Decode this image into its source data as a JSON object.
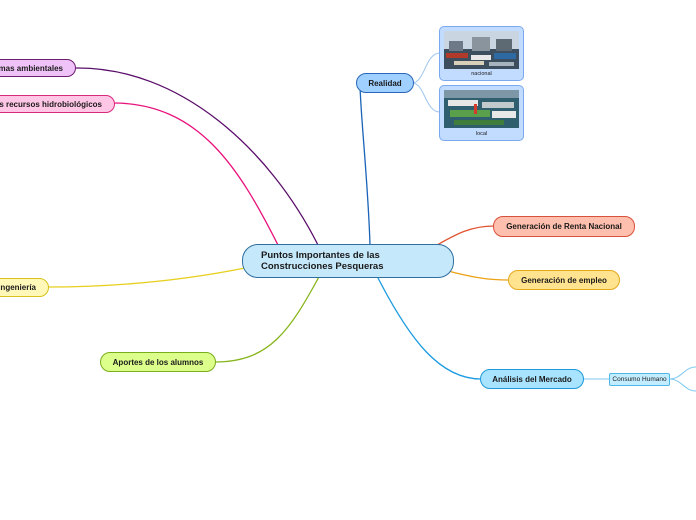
{
  "central": {
    "label": "Puntos Importantes de las Construcciones Pesqueras",
    "fill": "#c6e8fb"
  },
  "branches": [
    {
      "key": "ambientales",
      "label": "mas ambientales",
      "fill": "#f0c3f8",
      "stroke": "#6b1f70",
      "edge": "#5a0f6a"
    },
    {
      "key": "hidro",
      "label": "s recursos hidrobiológicos",
      "fill": "#ffc6e6",
      "stroke": "#d9297e",
      "edge": "#e8137e"
    },
    {
      "key": "ingenieria",
      "label": "ingeniería",
      "fill": "#fff8b8",
      "stroke": "#d8c21a",
      "edge": "#e6cf1c"
    },
    {
      "key": "aportes",
      "label": "Aportes de los alumnos",
      "fill": "#dcff8c",
      "stroke": "#7aad1a",
      "edge": "#86b51a"
    },
    {
      "key": "realidad",
      "label": "Realidad",
      "fill": "#9fd0ff",
      "stroke": "#2a67b8",
      "edge": "#1a63b8"
    },
    {
      "key": "renta",
      "label": "Generación de Renta Nacional",
      "fill": "#ffbfae",
      "stroke": "#d8513a",
      "edge": "#e0522e"
    },
    {
      "key": "empleo",
      "label": "Generación de empleo",
      "fill": "#ffe38e",
      "stroke": "#e3a81a",
      "edge": "#eba215"
    },
    {
      "key": "mercado",
      "label": "Análisis del Mercado",
      "fill": "#a8e3ff",
      "stroke": "#1f9ad8",
      "edge": "#1c9be0"
    }
  ],
  "sub_nodes": [
    {
      "key": "consumo",
      "label": "Consumo Humano",
      "fill": "#c2ecff",
      "stroke": "#4fb6e8"
    }
  ],
  "image_nodes": [
    {
      "key": "nacional",
      "caption": "nacional"
    },
    {
      "key": "local",
      "caption": "local"
    }
  ]
}
